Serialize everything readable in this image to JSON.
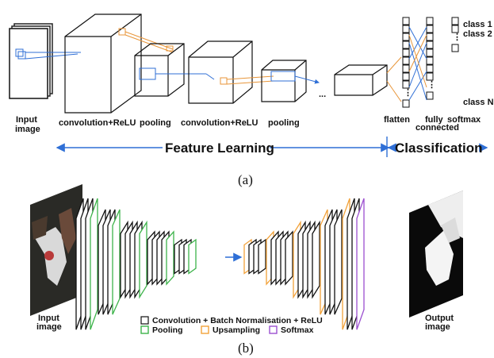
{
  "part_a": {
    "stage_labels": {
      "input_line1": "Input",
      "input_line2": "image",
      "conv1": "convolution+ReLU",
      "pool1": "pooling",
      "conv2": "convolution+ReLU",
      "pool2": "pooling",
      "ellipsis": "...",
      "flatten": "flatten",
      "fc_line1": "fully",
      "fc_line2": "connected",
      "softmax": "softmax"
    },
    "class_labels": {
      "c1": "class 1",
      "c2": "class 2",
      "cn": "class N"
    },
    "sections": {
      "feature_learning": "Feature Learning",
      "classification": "Classification"
    },
    "caption": "(a)"
  },
  "part_b": {
    "input_line1": "Input",
    "input_line2": "image",
    "output_line1": "Output",
    "output_line2": "image",
    "legend": {
      "conv": "Convolution + Batch Normalisation + ReLU",
      "pool": "Pooling",
      "upsample": "Upsampling",
      "softmax": "Softmax"
    },
    "caption": "(b)"
  },
  "colors": {
    "conv": "#111111",
    "pool": "#3db34a",
    "upsample": "#f2a23a",
    "softmax": "#9b4fd0",
    "arrow_blue": "#2f6fd6",
    "link_orange": "#e8963a"
  }
}
